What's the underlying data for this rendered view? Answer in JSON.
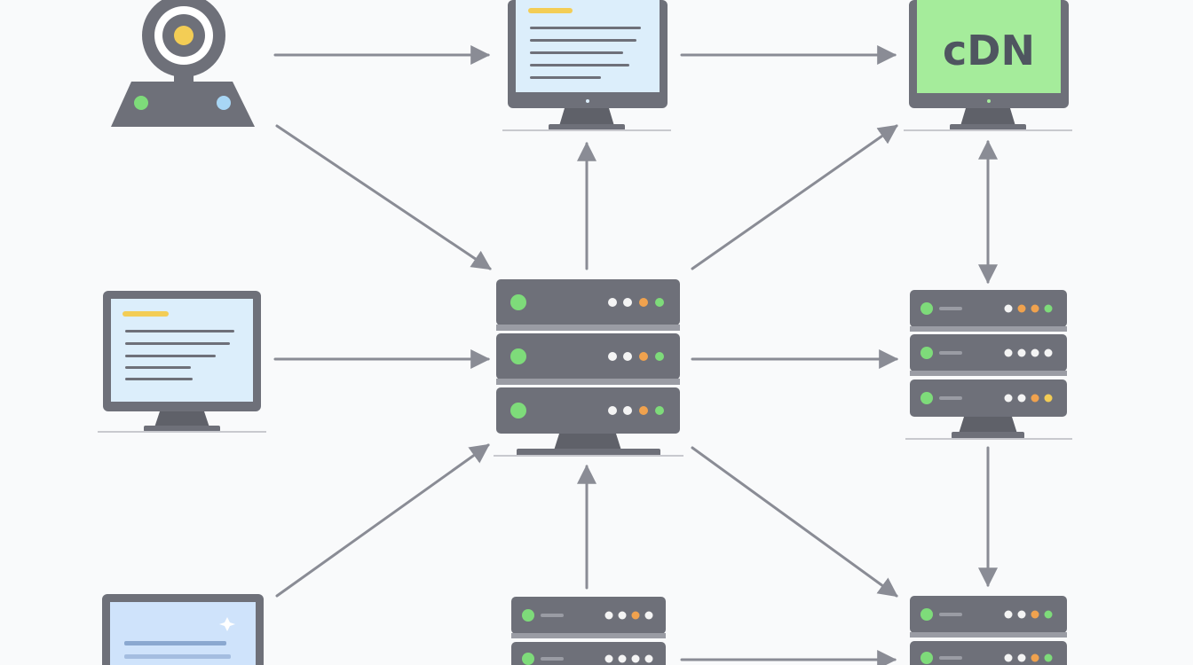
{
  "diagram": {
    "cdn_label": "cDN",
    "colors": {
      "device_body": "#6e7079",
      "device_dark": "#5f6169",
      "arrow": "#8a8c95",
      "screen_blue": "#dceefb",
      "screen_green": "#a5ec9b",
      "accent_yellow": "#f3cd55",
      "led_green": "#7edb7a",
      "led_orange": "#f0a24e",
      "led_white": "#f4f4f4",
      "led_blue": "#a8d6f5",
      "background": "#f9fafb"
    },
    "nodes": [
      {
        "id": "webcam",
        "kind": "webcam-icon"
      },
      {
        "id": "monitor-top",
        "kind": "monitor-icon"
      },
      {
        "id": "monitor-cdn",
        "kind": "cdn-monitor-icon"
      },
      {
        "id": "monitor-left",
        "kind": "monitor-icon"
      },
      {
        "id": "server-main",
        "kind": "server-rack-icon"
      },
      {
        "id": "server-right",
        "kind": "server-rack-icon"
      },
      {
        "id": "monitor-bottom-left",
        "kind": "monitor-icon"
      },
      {
        "id": "server-bottom-mid",
        "kind": "server-rack-icon"
      },
      {
        "id": "server-bottom-right",
        "kind": "server-rack-icon"
      }
    ]
  }
}
